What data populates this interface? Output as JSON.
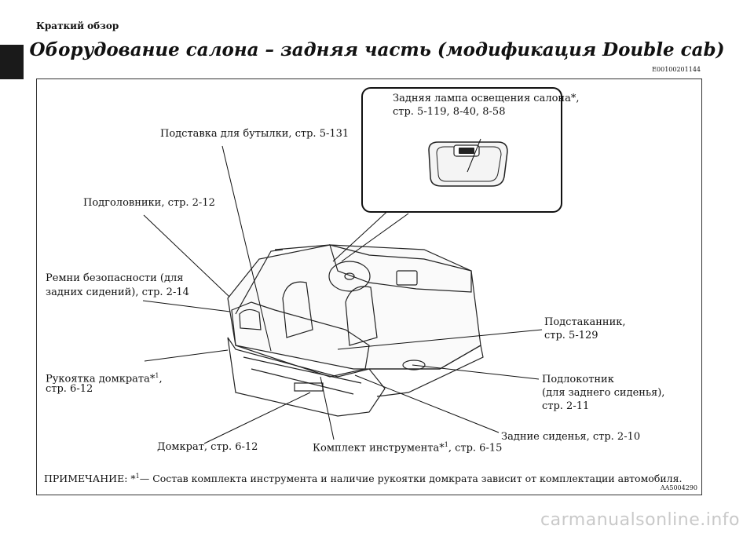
{
  "header": {
    "section": "Краткий обзор",
    "title": "Оборудование салона – задняя часть (модификация Double cab)",
    "doc_code": "E00100201144"
  },
  "figure": {
    "code": "AA5004290",
    "inset_label_line1": "Задняя лампа освещения салона*,",
    "inset_label_line2": "стр. 5-119, 8-40, 8-58",
    "callouts": {
      "bottle_holder": "Подставка для бутылки, стр. 5-131",
      "headrests": "Подголовники, стр. 2-12",
      "seatbelts_line1": "Ремни безопасности (для",
      "seatbelts_line2": "задних сидений), стр. 2-14",
      "jack_handle_line1": "Рукоятка домкрата*",
      "jack_handle_sup": "1",
      "jack_handle_line1_end": ",",
      "jack_handle_line2": "стр. 6-12",
      "jack": "Домкрат, стр. 6-12",
      "tool_kit_pre": "Комплект инструмента*",
      "tool_kit_sup": "1",
      "tool_kit_post": ", стр. 6-15",
      "rear_seats": "Задние сиденья, стр. 2-10",
      "armrest_line1": "Подлокотник",
      "armrest_line2": "(для заднего сиденья),",
      "armrest_line3": "стр. 2-11",
      "cupholder_line1": "Подстаканник,",
      "cupholder_line2": "стр. 5-129"
    }
  },
  "note": {
    "prefix": "ПРИМЕЧАНИЕ: *",
    "sup": "1",
    "text": "— Состав комплекта инструмента и наличие рукоятки домкрата зависит от комплектации автомобиля."
  },
  "watermark": "carmanualsonline.info"
}
